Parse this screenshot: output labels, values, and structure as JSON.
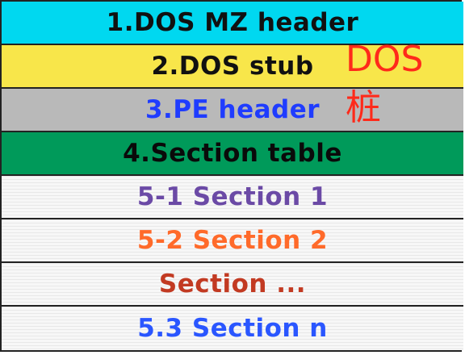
{
  "rows": [
    {
      "label": "1.DOS MZ header",
      "bg": "#00d8f0",
      "fg": "#111111"
    },
    {
      "label": "2.DOS stub",
      "bg": "#f8e64a",
      "fg": "#111111"
    },
    {
      "label": "3.PE header",
      "bg": "#b9b9b9",
      "fg": "#1f3cff"
    },
    {
      "label": "4.Section table",
      "bg": "#009a5a",
      "fg": "#0a0a0a"
    },
    {
      "label": "5-1 Section 1",
      "bg": "#f7f7f7",
      "fg": "#6b4aa6"
    },
    {
      "label": "5-2 Section 2",
      "bg": "#f7f7f7",
      "fg": "#ff6a2a"
    },
    {
      "label": "Section ...",
      "bg": "#f7f7f7",
      "fg": "#c23a22"
    },
    {
      "label": "5.3 Section n",
      "bg": "#f7f7f7",
      "fg": "#2a56ff"
    }
  ],
  "annotation": {
    "line1": "DOS",
    "line2": "桩",
    "color": "#ff2a1a"
  }
}
